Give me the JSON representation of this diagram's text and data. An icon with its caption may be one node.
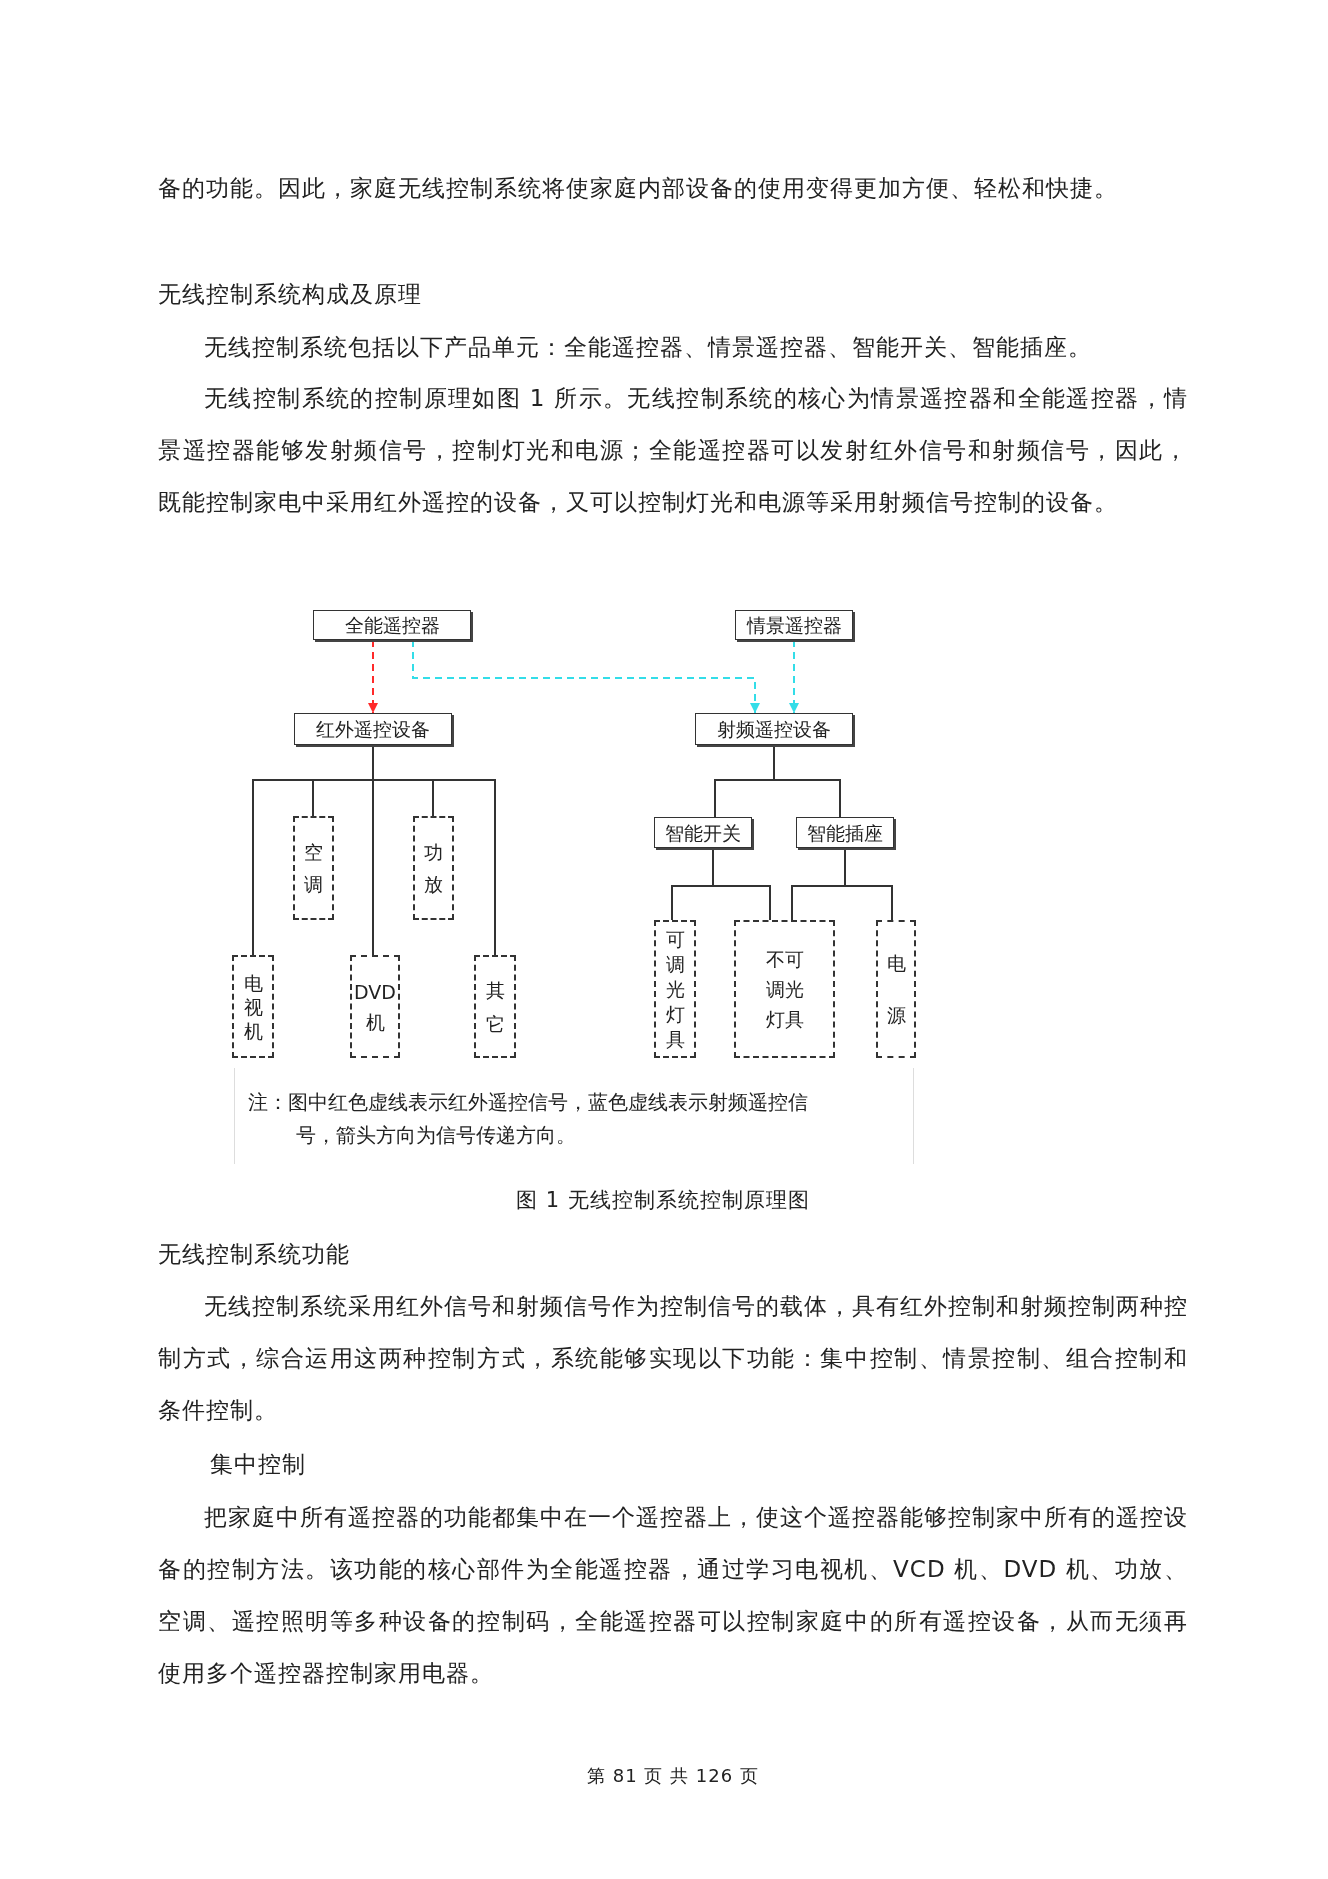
{
  "diagram": {
    "caption": "图 1 无线控制系统控制原理图",
    "nodes": [
      {
        "text": [
          "全能遥控器"
        ]
      },
      {
        "text": [
          "情景遥控器"
        ]
      },
      {
        "text": [
          "红外遥控设备"
        ]
      },
      {
        "text": [
          "射频遥控设备"
        ]
      },
      {
        "text": [
          "空调"
        ]
      },
      {
        "text": [
          "功放"
        ]
      },
      {
        "text": [
          "智能开关"
        ]
      },
      {
        "text": [
          "智能插座"
        ]
      },
      {
        "text": [
          "电视机"
        ]
      },
      {
        "text": [
          "DVD 机"
        ]
      },
      {
        "text": [
          "其它"
        ]
      },
      {
        "text": [
          "可调光灯具"
        ]
      },
      {
        "text": [
          "不可调光灯具"
        ]
      },
      {
        "text": [
          "电源"
        ]
      }
    ],
    "edges": [
      {
        "from": 0,
        "to": 2,
        "arrow": "to",
        "style": "dashed",
        "color": "#ff2a2a"
      },
      {
        "from": 0,
        "to": 3,
        "arrow": "to",
        "style": "dashed",
        "color": "#33dde8"
      },
      {
        "from": 1,
        "to": 3,
        "arrow": "to",
        "style": "dashed",
        "color": "#33dde8"
      },
      {
        "from": 2,
        "to": 8,
        "arrow": "none"
      },
      {
        "from": 2,
        "to": 4,
        "arrow": "none"
      },
      {
        "from": 2,
        "to": 9,
        "arrow": "none"
      },
      {
        "from": 2,
        "to": 5,
        "arrow": "none"
      },
      {
        "from": 2,
        "to": 10,
        "arrow": "none"
      },
      {
        "from": 3,
        "to": 6,
        "arrow": "none"
      },
      {
        "from": 3,
        "to": 7,
        "arrow": "none"
      },
      {
        "from": 6,
        "to": 11,
        "arrow": "none"
      },
      {
        "from": 6,
        "to": 12,
        "arrow": "none"
      },
      {
        "from": 7,
        "to": 12,
        "arrow": "none"
      },
      {
        "from": 7,
        "to": 13,
        "arrow": "none"
      }
    ],
    "labels": [
      "备的功能。因此，家庭无线控制系统将使家庭内部设备的使用变得更加方便、轻松和快捷。",
      "无线控制系统构成及原理",
      "无线控制系统包括以下产品单元：全能遥控器、情景遥控器、智能开关、智能插座。",
      "无线控制系统的控制原理如图 1 所示。无线控制系统的核心为情景遥控器和全能遥控器，情景遥控器能够发射频信号，控制灯光和电源；全能遥控器可以发射红外信号和射频信号，因此，既能控制家电中采用红外遥控的设备，又可以控制灯光和电源等采用射频信号控制的设备。",
      "注：图中红色虚线表示红外遥控信号，蓝色虚线表示射频遥控信号，箭头方向为信号传递方向。",
      "无线控制系统功能",
      "无线控制系统采用红外信号和射频信号作为控制信号的载体，具有红外控制和射频控制两种控制方式，综合运用这两种控制方式，系统能够实现以下功能：集中控制、情景控制、组合控制和条件控制。",
      "集中控制",
      "把家庭中所有遥控器的功能都集中在一个遥控器上，使这个遥控器能够控制家中所有的遥控设备的控制方法。该功能的核心部件为全能遥控器，通过学习电视机、VCD 机、DVD 机、功放、空调、遥控照明等多种设备的控制码，全能遥控器可以控制家庭中的所有遥控设备，从而无须再使用多个遥控器控制家用电器。",
      "第 81 页 共 126 页"
    ]
  }
}
